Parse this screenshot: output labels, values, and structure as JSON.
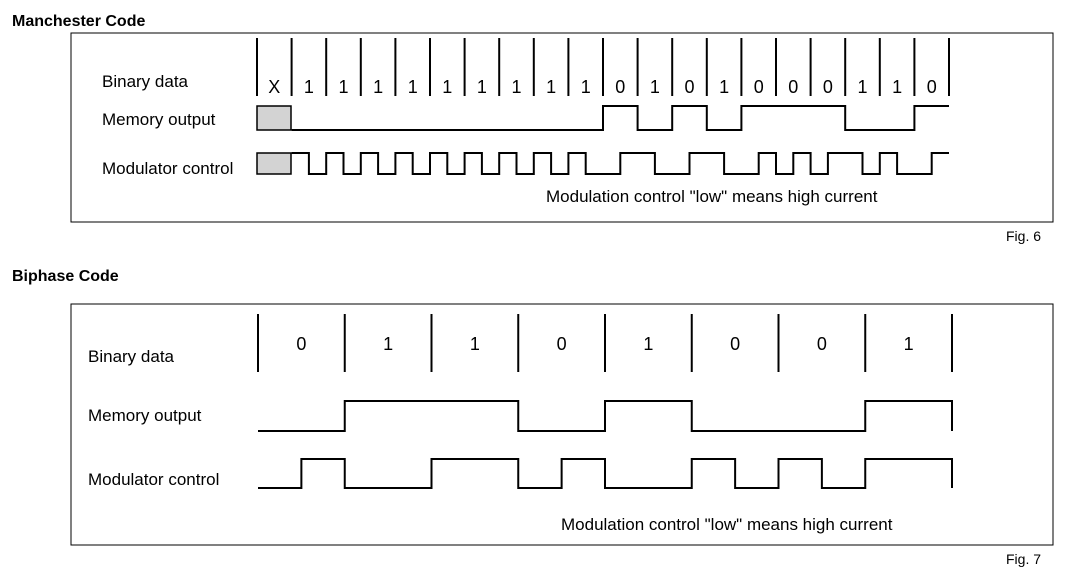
{
  "manchester": {
    "heading": "Manchester Code",
    "fig": "Fig. 6",
    "labels": {
      "binary": "Binary data",
      "memory": "Memory output",
      "modulator": "Modulator control"
    },
    "bits": [
      "X",
      "1",
      "1",
      "1",
      "1",
      "1",
      "1",
      "1",
      "1",
      "1",
      "0",
      "1",
      "0",
      "1",
      "0",
      "0",
      "0",
      "1",
      "1",
      "0"
    ],
    "note": "Modulation control \"low\" means high current"
  },
  "biphase": {
    "heading": "Biphase Code",
    "fig": "Fig. 7",
    "labels": {
      "binary": "Binary data",
      "memory": "Memory output",
      "modulator": "Modulator control"
    },
    "bits": [
      "0",
      "1",
      "1",
      "0",
      "1",
      "0",
      "0",
      "1"
    ],
    "note": "Modulation control \"low\" means high current"
  }
}
